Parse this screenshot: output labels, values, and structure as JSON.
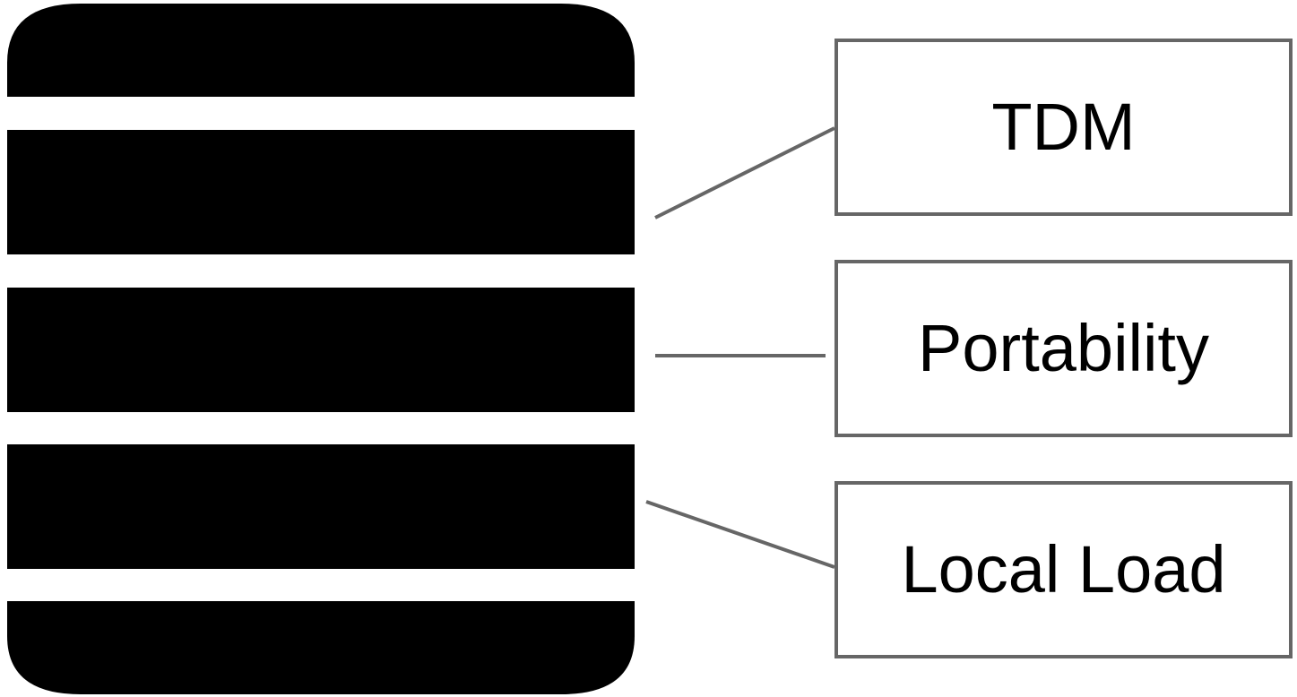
{
  "colors": {
    "layer_fill": "#000000",
    "connector": "#666666",
    "box_border": "#666666",
    "text": "#000000",
    "background": "#ffffff"
  },
  "labels": [
    {
      "id": "tdm",
      "text": "TDM"
    },
    {
      "id": "portability",
      "text": "Portability"
    },
    {
      "id": "local-load",
      "text": "Local Load"
    }
  ]
}
